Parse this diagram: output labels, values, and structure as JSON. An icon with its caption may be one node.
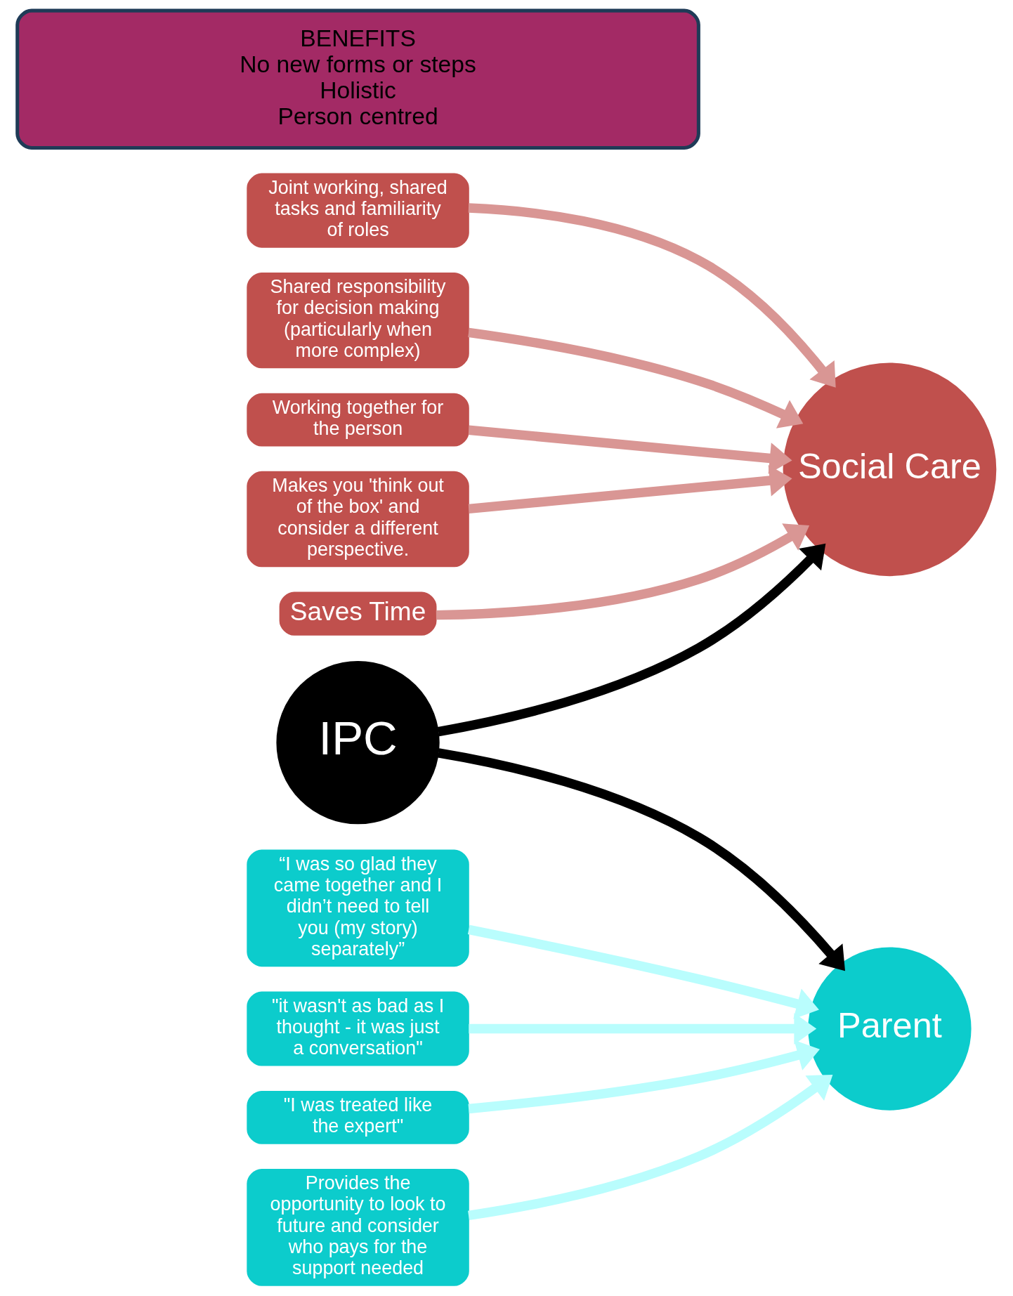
{
  "diagram": {
    "nodes": [
      {
        "text": [
          "Joint working, shared tasks and familiarity of roles"
        ]
      },
      {
        "text": [
          "Shared responsibility for decision making (particularly when more complex)"
        ]
      },
      {
        "text": [
          "Working together for the person"
        ]
      },
      {
        "text": [
          "Makes you 'think out of the box' and consider a different perspective."
        ]
      },
      {
        "text": [
          "Saves Time"
        ]
      },
      {
        "text": [
          "Social Care"
        ]
      },
      {
        "text": [
          "IPC"
        ]
      },
      {
        "text": [
          "“I was so glad they came together and I didn’t need to tell you (my story) separately”"
        ]
      },
      {
        "text": [
          "Parent"
        ]
      },
      {
        "text": [
          "\"it wasn't as bad as I thought - it was just a conversation\""
        ]
      },
      {
        "text": [
          "\"I was treated like the expert\""
        ]
      },
      {
        "text": [
          "Provides the opportunity to look to future and consider who pays for the support needed"
        ]
      },
      {
        "text": [
          "BENEFITS",
          "No new forms or steps",
          "Holistic",
          "Person centred"
        ]
      }
    ],
    "edges": [
      {
        "from": 0,
        "to": 5,
        "arrow": "to"
      },
      {
        "from": 1,
        "to": 5,
        "arrow": "to"
      },
      {
        "from": 2,
        "to": 5,
        "arrow": "to"
      },
      {
        "from": 3,
        "to": 5,
        "arrow": "to"
      },
      {
        "from": 4,
        "to": 5,
        "arrow": "to"
      },
      {
        "from": 6,
        "to": 5,
        "arrow": "to",
        "color": "#000000"
      },
      {
        "from": 6,
        "to": 8,
        "arrow": "to",
        "color": "#000000"
      },
      {
        "from": 7,
        "to": 8,
        "arrow": "to",
        "color": "#b9fdfd"
      },
      {
        "from": 9,
        "to": 8,
        "arrow": "to",
        "color": "#b9fdfd"
      },
      {
        "from": 10,
        "to": 8,
        "arrow": "to",
        "color": "#b9fdfd"
      },
      {
        "from": 11,
        "to": 8,
        "arrow": "to",
        "color": "#b9fdfd"
      }
    ]
  }
}
